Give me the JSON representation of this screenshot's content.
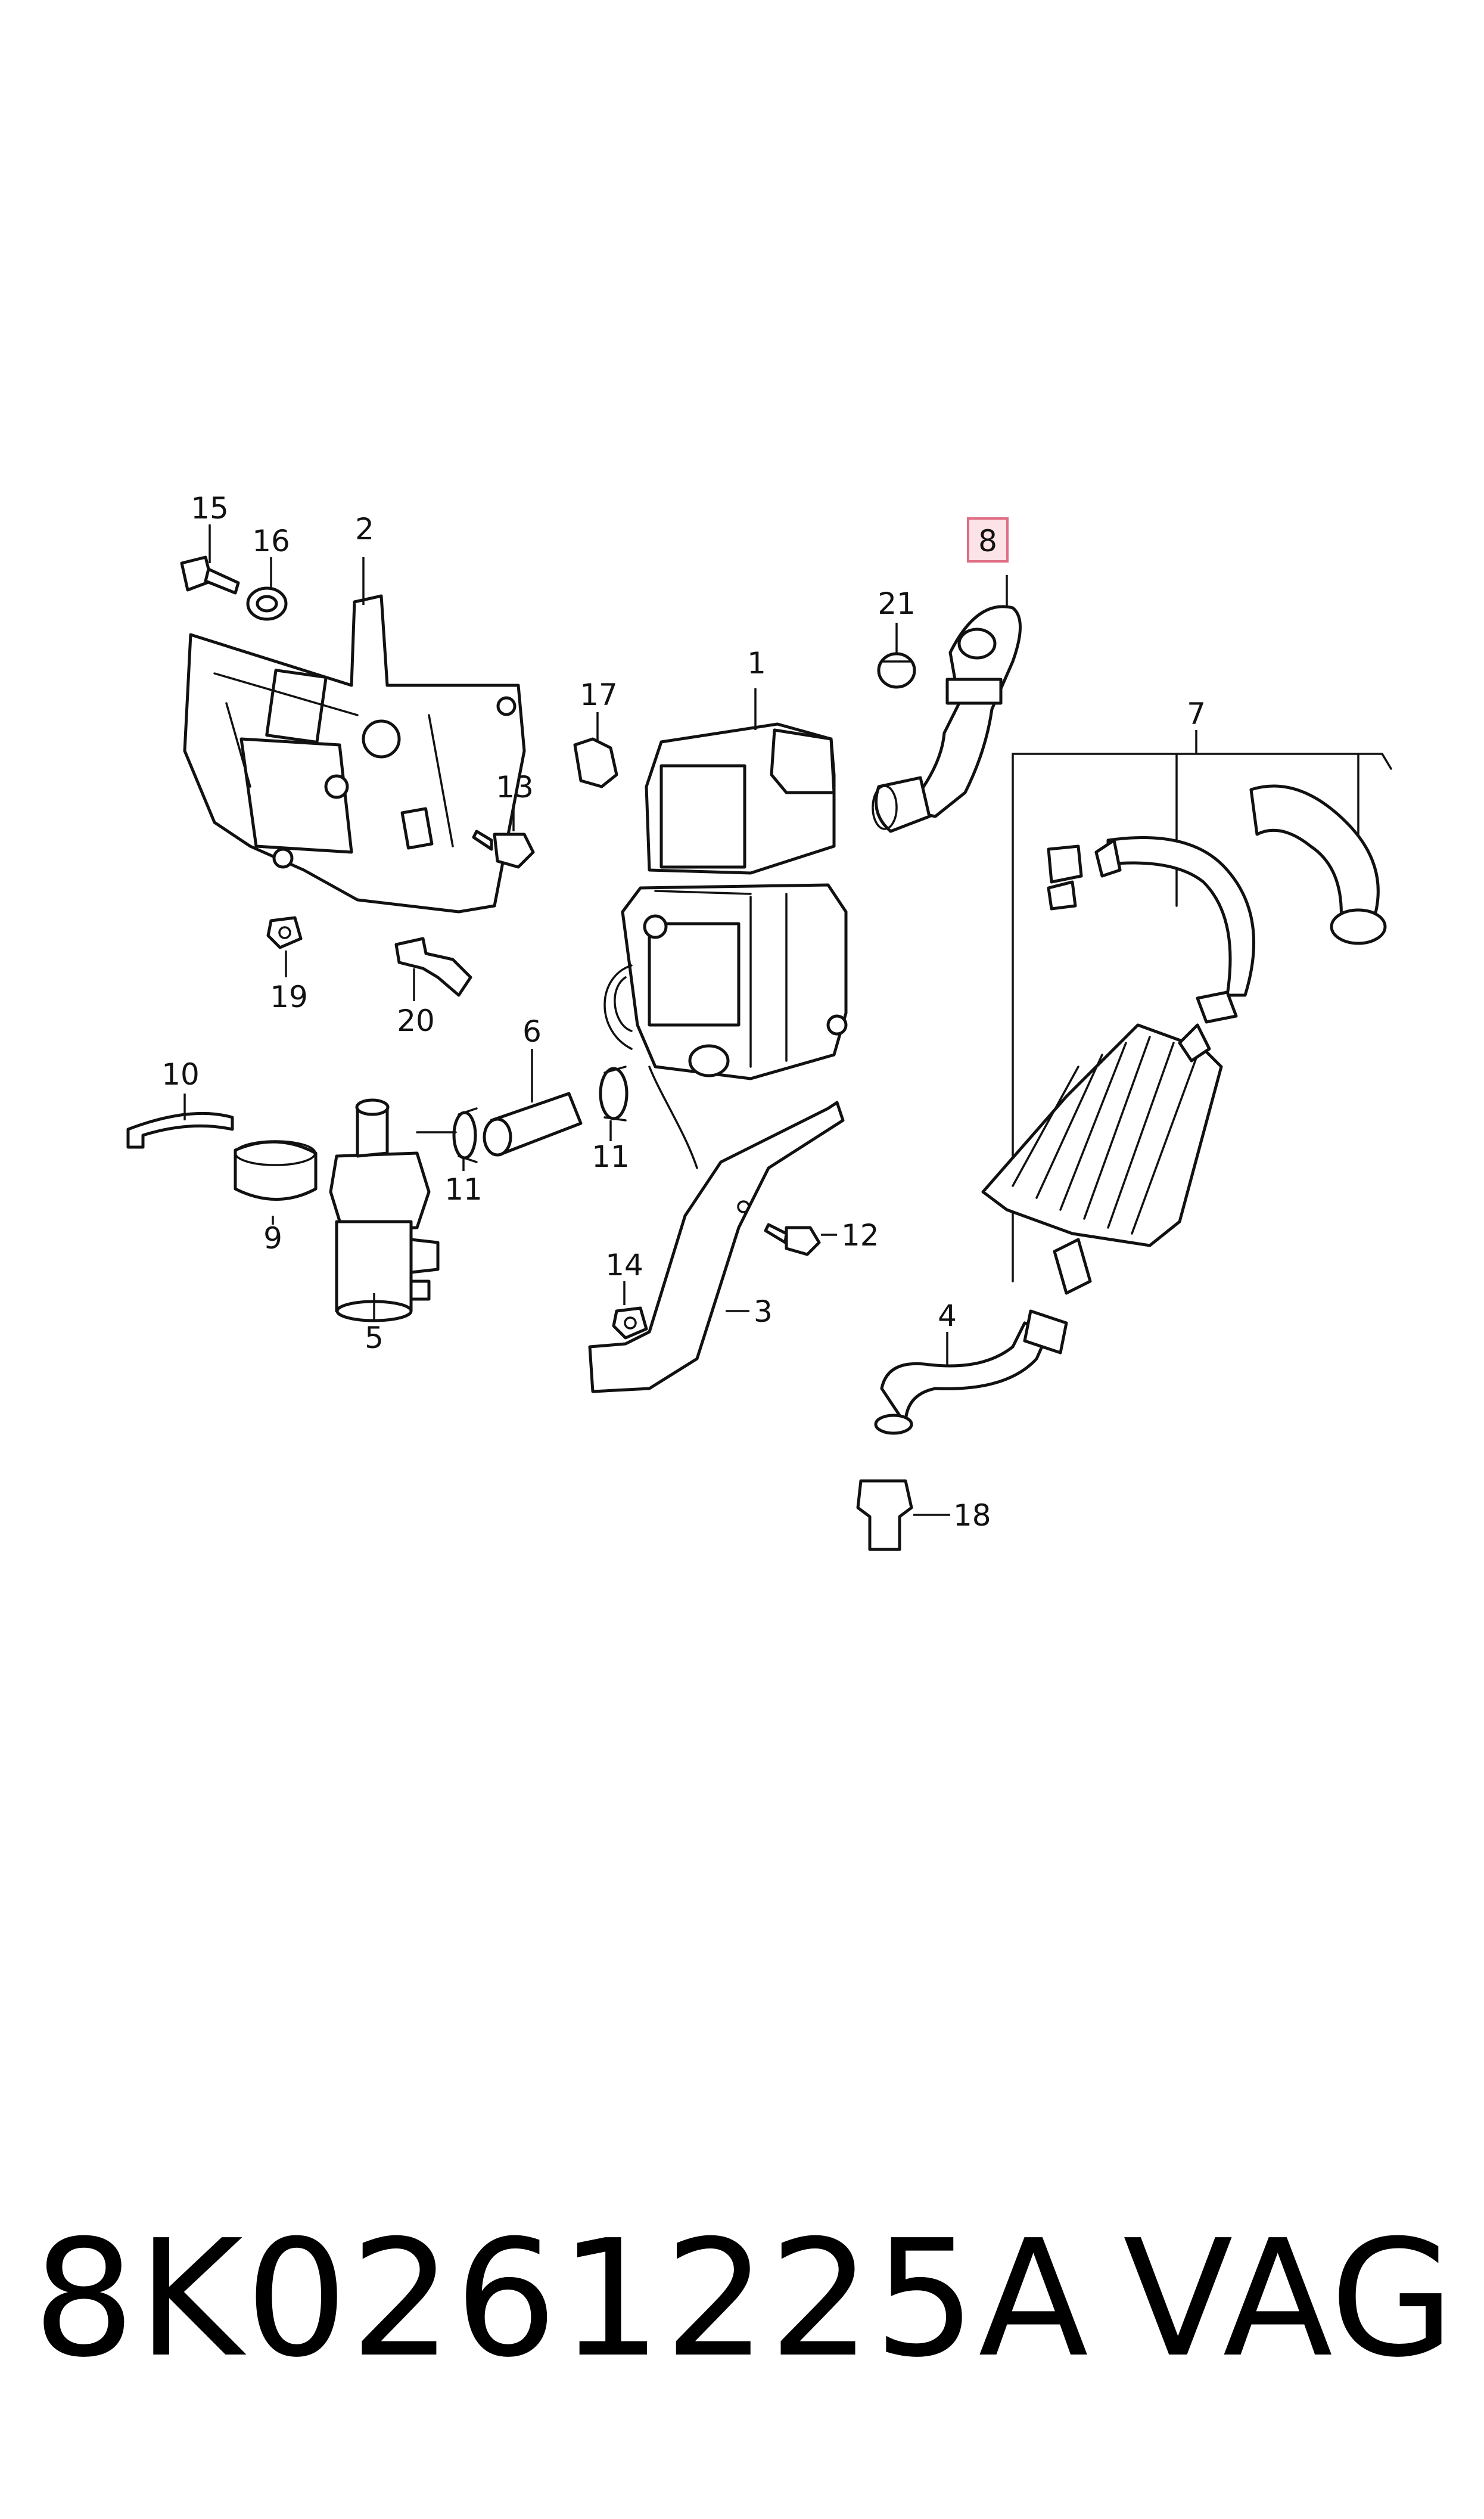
{
  "callouts": {
    "c1": "1",
    "c2": "2",
    "c3": "3",
    "c4": "4",
    "c5": "5",
    "c6": "6",
    "c7": "7",
    "c8": "8",
    "c9": "9",
    "c10": "10",
    "c11a": "11",
    "c11b": "11",
    "c12": "12",
    "c13": "13",
    "c14": "14",
    "c15": "15",
    "c16": "16",
    "c17": "17",
    "c18": "18",
    "c19": "19",
    "c20": "20",
    "c21": "21"
  },
  "highlighted_callout": "8",
  "colors": {
    "highlight_fill": "#fbe3e7",
    "highlight_border": "#e06c85",
    "line": "#111111"
  },
  "footer": {
    "part_number": "8K0261225A",
    "brand": "VAG"
  }
}
